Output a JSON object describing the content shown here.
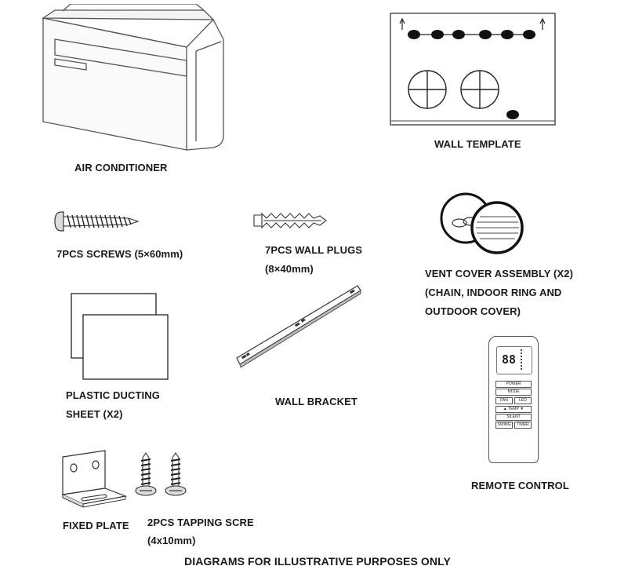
{
  "items": {
    "air_conditioner": {
      "label": "AIR CONDITIONER"
    },
    "wall_template": {
      "label": "WALL TEMPLATE"
    },
    "screws": {
      "label": "7PCS SCREWS (5×60mm)"
    },
    "wall_plugs": {
      "line1": "7PCS WALL PLUGS",
      "line2": "(8×40mm)"
    },
    "vent_cover": {
      "line1": "VENT COVER ASSEMBLY (X2)",
      "line2": "(CHAIN, INDOOR RING AND",
      "line3": "OUTDOOR COVER)"
    },
    "ducting_sheet": {
      "line1": "PLASTIC DUCTING",
      "line2": "SHEET (X2)"
    },
    "wall_bracket": {
      "label": "WALL BRACKET"
    },
    "remote_control": {
      "label": "REMOTE CONTROL",
      "display": "88",
      "buttons": [
        "POWER",
        "MODE",
        "FAN",
        "LED",
        "▲ TEMP ▼",
        "SILENT",
        "SWING",
        "TIMER"
      ]
    },
    "fixed_plate": {
      "label": "FIXED PLATE"
    },
    "tapping_screws": {
      "line1": "2PCS TAPPING SCRE",
      "line2": "(4x10mm)"
    }
  },
  "footer": {
    "disclaimer": "DIAGRAMS FOR ILLUSTRATIVE PURPOSES ONLY"
  }
}
